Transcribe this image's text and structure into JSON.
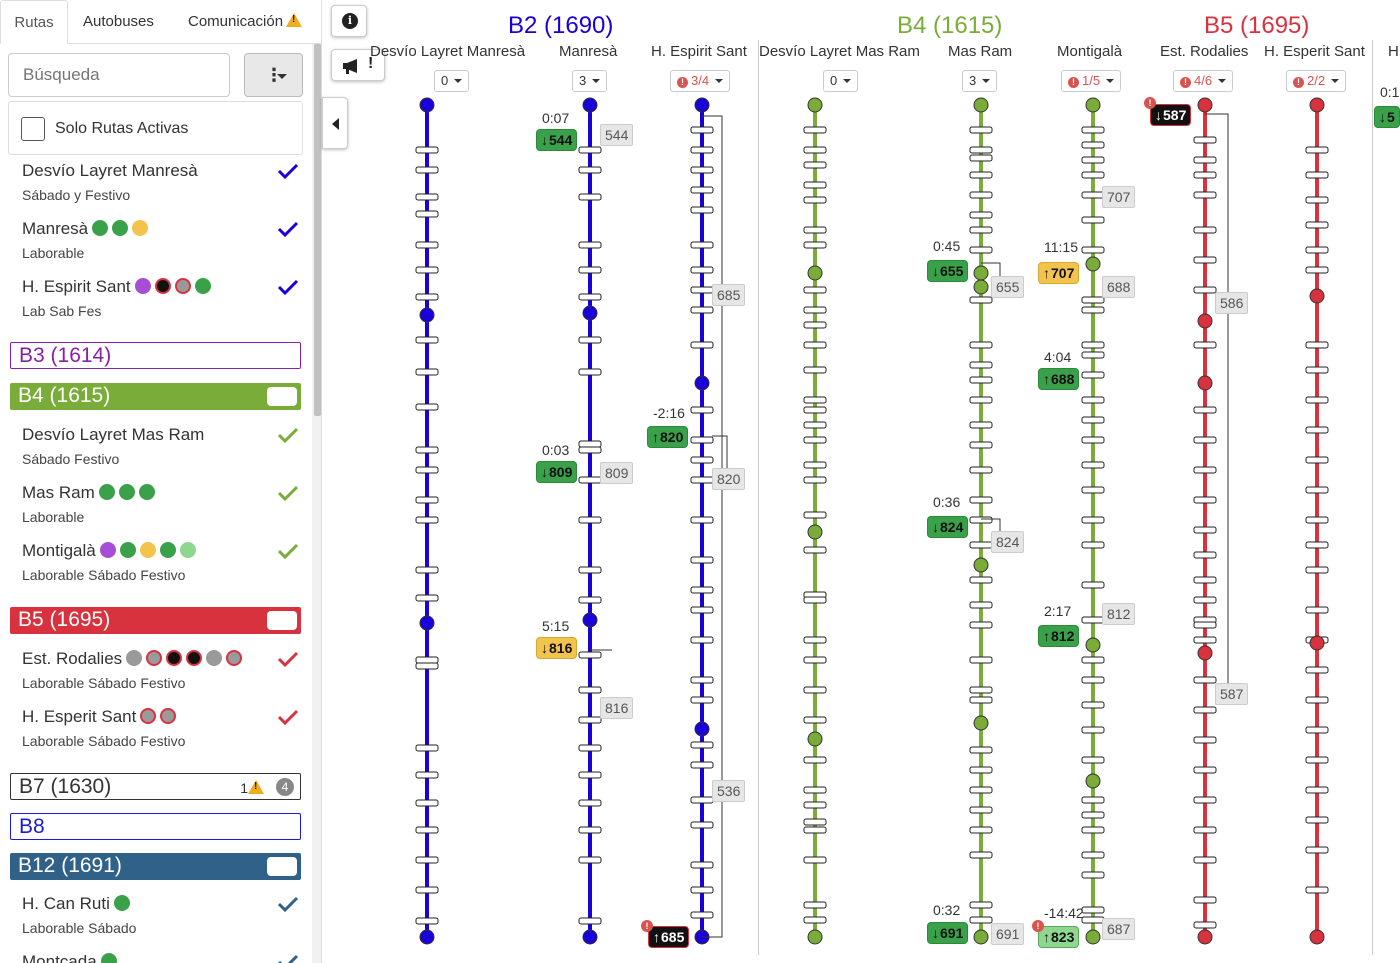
{
  "tabs": [
    {
      "label": "Rutas"
    },
    {
      "label": "Autobuses"
    },
    {
      "label": "Comunicación"
    }
  ],
  "search": {
    "placeholder": "Búsqueda"
  },
  "active_filter": {
    "label": "Solo Rutas Activas"
  },
  "colors": {
    "b2": "#1a00d9",
    "b3": "#8a1fa8",
    "b4": "#7aac3a",
    "b5": "#d9323f",
    "b7": "#333333",
    "b8": "#1a1ad9",
    "b12": "#2f6189",
    "green_dot": "#3aa14a",
    "yellow_dot": "#f3c44d",
    "purple_dot": "#a64fd6",
    "gray_dot": "#9a9a9a",
    "black_dot": "#111111",
    "lightgreen_dot": "#8fd68f"
  },
  "sidebar": {
    "b2_routes": [
      {
        "name": "Desvío Layret Manresà",
        "sub": "Sábado y Festivo"
      },
      {
        "name": "Manresà",
        "sub": "Laborable"
      },
      {
        "name": "H. Espirit Sant",
        "sub": "Lab Sab Fes"
      }
    ],
    "groups": {
      "b3": "B3 (1614)",
      "b4": "B4 (1615)",
      "b5": "B5 (1695)",
      "b7": "B7 (1630)",
      "b7_warn_count": "1",
      "b7_badge": "4",
      "b8": "B8",
      "b12": "B12 (1691)"
    },
    "b4_routes": [
      {
        "name": "Desvío Layret Mas Ram",
        "sub": "Sábado Festivo"
      },
      {
        "name": "Mas Ram",
        "sub": "Laborable"
      },
      {
        "name": "Montigalà",
        "sub": "Laborable Sábado Festivo"
      }
    ],
    "b5_routes": [
      {
        "name": "Est. Rodalies",
        "sub": "Laborable Sábado Festivo"
      },
      {
        "name": "H. Esperit Sant",
        "sub": "Laborable Sábado Festivo"
      }
    ],
    "b12_routes": [
      {
        "name": "H. Can Ruti",
        "sub": "Laborable Sábado"
      },
      {
        "name": "Montcada",
        "sub": ""
      }
    ]
  },
  "diagram": {
    "groups": [
      {
        "title": "B2 (1690)",
        "color_key": "b2"
      },
      {
        "title": "B4 (1615)",
        "color_key": "b4"
      },
      {
        "title": "B5 (1695)",
        "color_key": "b5"
      }
    ],
    "columns": [
      {
        "name": "Desvío Layret Manresà",
        "select": "0"
      },
      {
        "name": "Manresà",
        "select": "3"
      },
      {
        "name": "H. Espirit Sant",
        "select": "3/4"
      },
      {
        "name": "Desvío Layret Mas Ram",
        "select": "0"
      },
      {
        "name": "Mas Ram",
        "select": "3"
      },
      {
        "name": "Montigalà",
        "select": "1/5"
      },
      {
        "name": "Est. Rodalies",
        "select": "4/6"
      },
      {
        "name": "H. Esperit Sant",
        "select": "2/2"
      },
      {
        "name": "H",
        "select": ""
      }
    ],
    "buses": [
      {
        "id": "544",
        "time": "0:07",
        "dir": "down",
        "status": "green"
      },
      {
        "id": "809",
        "time": "0:03",
        "dir": "down",
        "status": "green"
      },
      {
        "id": "816",
        "time": "5:15",
        "dir": "down",
        "status": "yellow"
      },
      {
        "id": "820",
        "time": "-2:16",
        "dir": "up",
        "status": "green"
      },
      {
        "id": "685",
        "time": "",
        "dir": "up",
        "status": "black"
      },
      {
        "id": "655",
        "time": "0:45",
        "dir": "down",
        "status": "green"
      },
      {
        "id": "824",
        "time": "0:36",
        "dir": "down",
        "status": "green"
      },
      {
        "id": "691",
        "time": "0:32",
        "dir": "down",
        "status": "green"
      },
      {
        "id": "707",
        "time": "11:15",
        "dir": "up",
        "status": "yellow"
      },
      {
        "id": "688",
        "time": "4:04",
        "dir": "up",
        "status": "green"
      },
      {
        "id": "812",
        "time": "2:17",
        "dir": "up",
        "status": "green"
      },
      {
        "id": "823",
        "time": "-14:42",
        "dir": "up",
        "status": "lightgreen"
      },
      {
        "id": "587",
        "time": "",
        "dir": "down",
        "status": "black"
      },
      {
        "id": "5",
        "time": "0:1",
        "dir": "down",
        "status": "green"
      }
    ],
    "gray_labels": [
      "544",
      "809",
      "816",
      "685",
      "820",
      "536",
      "655",
      "824",
      "691",
      "707",
      "688",
      "812",
      "687",
      "586",
      "587"
    ]
  }
}
